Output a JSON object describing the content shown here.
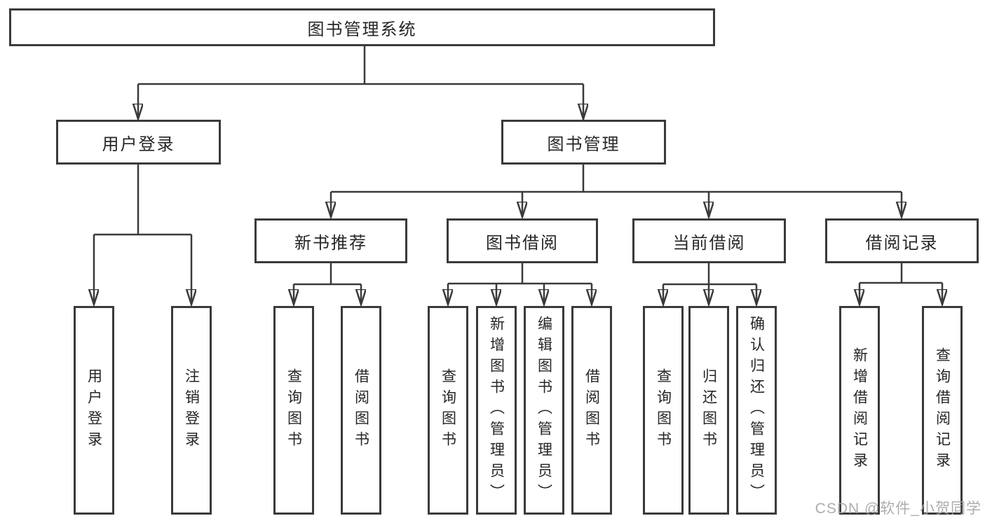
{
  "nodes": {
    "root": "图书管理系统",
    "user_login": "用户登录",
    "book_manage": "图书管理",
    "new_book_rec": "新书推荐",
    "book_borrow": "图书借阅",
    "current_borrow": "当前借阅",
    "borrow_records": "借阅记录"
  },
  "leaves": {
    "user_login": [
      "用户登录",
      "注销登录"
    ],
    "new_book_rec": [
      "查询图书",
      "借阅图书"
    ],
    "book_borrow": [
      "查询图书",
      "新增图书（管理员）",
      "编辑图书（管理员）",
      "借阅图书"
    ],
    "current_borrow": [
      "查询图书",
      "归还图书",
      "确认归还（管理员）"
    ],
    "borrow_records": [
      "新增借阅记录",
      "查询借阅记录"
    ]
  },
  "watermark": "CSDN @软件_小贺同学",
  "colors": {
    "line": "#3a3a3a",
    "text": "#262626",
    "box_background": "#ffffff",
    "watermark": "#a4a4a4",
    "background": "#ffffff"
  }
}
